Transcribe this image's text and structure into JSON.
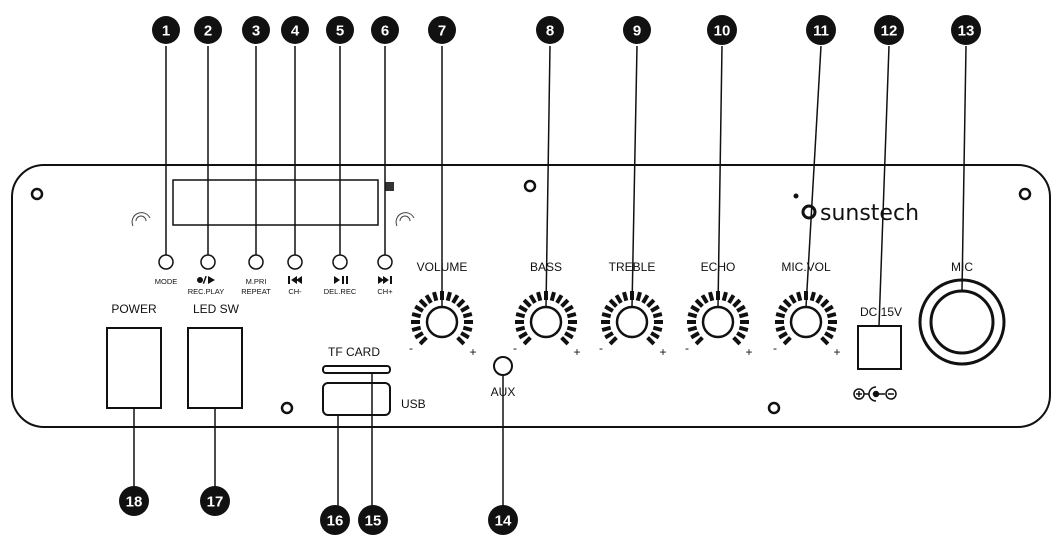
{
  "brand": {
    "name": "sunstech"
  },
  "buttons": {
    "mode": "MODE",
    "rec_play": "REC.PLAY",
    "mpri": "M.PRI",
    "repeat": "REPEAT",
    "ch_minus": "CH-",
    "del_rec": "DEL.REC",
    "ch_plus": "CH+"
  },
  "knobs": {
    "volume": "VOLUME",
    "bass": "BASS",
    "treble": "TREBLE",
    "echo": "ECHO",
    "mic_vol": "MIC.VOL",
    "minus": "-",
    "plus": "+"
  },
  "ports": {
    "power": "POWER",
    "led_sw": "LED SW",
    "tf_card": "TF CARD",
    "usb": "USB",
    "aux": "AUX",
    "dc": "DC 15V",
    "mic": "MIC"
  },
  "callouts": [
    "1",
    "2",
    "3",
    "4",
    "5",
    "6",
    "7",
    "8",
    "9",
    "10",
    "11",
    "12",
    "13",
    "14",
    "15",
    "16",
    "17",
    "18"
  ]
}
